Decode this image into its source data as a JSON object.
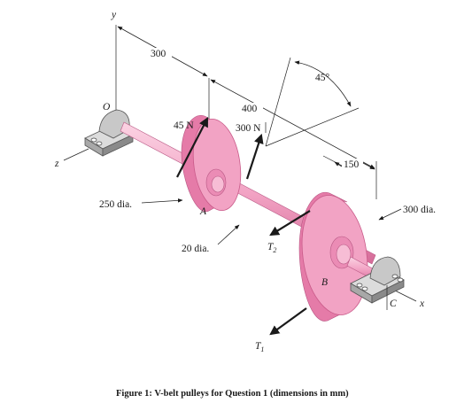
{
  "caption": "Figure 1: V-belt pulleys for Question 1 (dimensions in mm)",
  "axes": {
    "y": "y",
    "z": "z",
    "x": "x"
  },
  "points": {
    "O": "O",
    "A": "A",
    "B": "B",
    "C": "C"
  },
  "dimensions": {
    "d300": "300",
    "d400": "400",
    "d150": "150",
    "angle": "45°",
    "dia250": "250 dia.",
    "dia300": "300 dia.",
    "dia20": "20 dia."
  },
  "forces": {
    "f45": "45 N",
    "f300": "300 N",
    "t2": {
      "base": "T",
      "sub": "2"
    },
    "t1": {
      "base": "T",
      "sub": "1"
    }
  },
  "colors": {
    "pulley": "#f2a3c4",
    "pulley_side": "#e57ba8",
    "pulley_dark": "#c95a89",
    "bearing": "#c8c8c8",
    "bearing_dark": "#8a8a8a",
    "ink": "#1a1a1a"
  }
}
